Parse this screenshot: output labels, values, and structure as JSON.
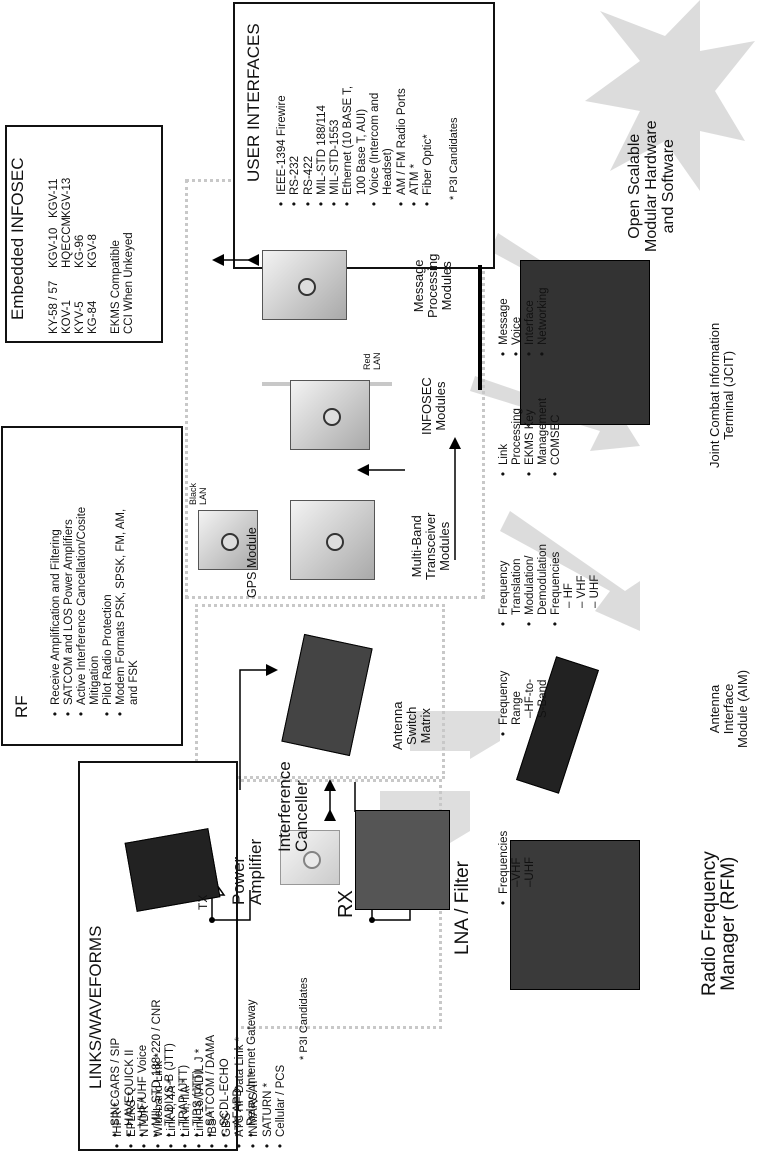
{
  "links": {
    "title": "LINKS/WAVEFORMS",
    "items": [
      "SINCGARS / SIP",
      "HAVEQUICK II",
      "VHF/UHF Voice",
      "MIL-STD-188-220 / CNR",
      "TADIXS-B (JTT)",
      "TRAP (JTT)",
      "TIBS (JTT)",
      "SATCOM / DAMA",
      "SCDL-ECHO",
      "AFAPD",
      "Relay / Internet Gateway"
    ],
    "items2": [
      "IHFR *",
      "EPLRS *",
      "NTDR *",
      "Wideband Link *",
      "Link 4, 4A *",
      "Link II, IIA *",
      "Link 16/TADIL J *",
      "IBS *",
      "GBS",
      "ATC HF Data Link *",
      "INMARSAT *",
      "SATURN *",
      "Cellular / PCS"
    ],
    "footnote": "*  P3I Candidates"
  },
  "rf": {
    "title": "RF",
    "items": [
      "Receive Amplification and Filtering",
      "SATCOM and LOS Power Amplifiers",
      "Active Interference Cancellation/Cosite",
      "Mitigation",
      "Pilot Radio Protection",
      "Modem Formats PSK, SPSK, FM, AM,",
      "and FSK"
    ]
  },
  "infosec": {
    "title": "Embedded  INFOSEC",
    "col1": [
      "KY-58 / 57",
      "KOV-1",
      "KYV-5",
      "KG-84"
    ],
    "col2": [
      "KGV-10",
      "HQECCM",
      "KG-96",
      "KGV-8"
    ],
    "col3": [
      "KGV-11",
      "KGV-13"
    ],
    "note1": "EKMS Compatible",
    "note2": "CCI When Unkeyed"
  },
  "user_interfaces": {
    "title": "USER INTERFACES",
    "items": [
      "IEEE-1394  Firewire",
      "RS-232",
      "RS-422",
      "MIL-STD 188/114",
      "MIL-STD-1553",
      "Ethernet (10 BASE T,",
      "100 Base T, AUI)",
      "Voice (Intercom and",
      "Headset)",
      "AM / FM Radio Ports",
      "ATM *",
      "Fiber Optic*"
    ],
    "footnote": "*  P3I Candidates"
  },
  "diagram": {
    "tx": "TX",
    "rx": "RX",
    "power_amplifier": [
      "Power",
      "Amplifier"
    ],
    "interference_canceller": [
      "Interference",
      "Canceller"
    ],
    "lna_filter": "LNA / Filter",
    "antenna_switch": [
      "Antenna",
      "Switch",
      "Matrix"
    ],
    "gps_module": "GPS Module",
    "multiband": [
      "Multi-Band",
      "Transceiver",
      "Modules"
    ],
    "infosec_modules": [
      "INFOSEC",
      "Modules"
    ],
    "message_modules": [
      "Message",
      "Processing",
      "Modules"
    ],
    "black_lan": [
      "Black",
      "LAN"
    ],
    "red_lan": [
      "Red",
      "LAN"
    ],
    "open_scalable": [
      "Open Scalable",
      "Modular Hardware",
      "and Software"
    ]
  },
  "bottom": {
    "rfm_features": [
      "Frequencies",
      "–VHF",
      "–UHF"
    ],
    "asm_features": [
      "Frequency",
      "Range",
      "–HF-to-",
      "S-Band"
    ],
    "mbt_features": [
      "Frequency",
      "Translation",
      "Modulation/",
      "Demodulation",
      "Frequencies",
      "– HF",
      "– VHF",
      "– UHF"
    ],
    "infosec_features": [
      "Link",
      "Processing",
      "EKMS Key",
      "Management",
      "COMSEC"
    ],
    "msg_features": [
      "Message",
      "Voice",
      "Interface",
      "Networking"
    ],
    "rfm_label": [
      "Radio Frequency",
      "Manager (RFM)"
    ],
    "aim_label": [
      "Antenna",
      "Interface",
      "Module (AIM)"
    ],
    "jcit_label": [
      "Joint Combat Information",
      "Terminal (JCIT)"
    ]
  }
}
